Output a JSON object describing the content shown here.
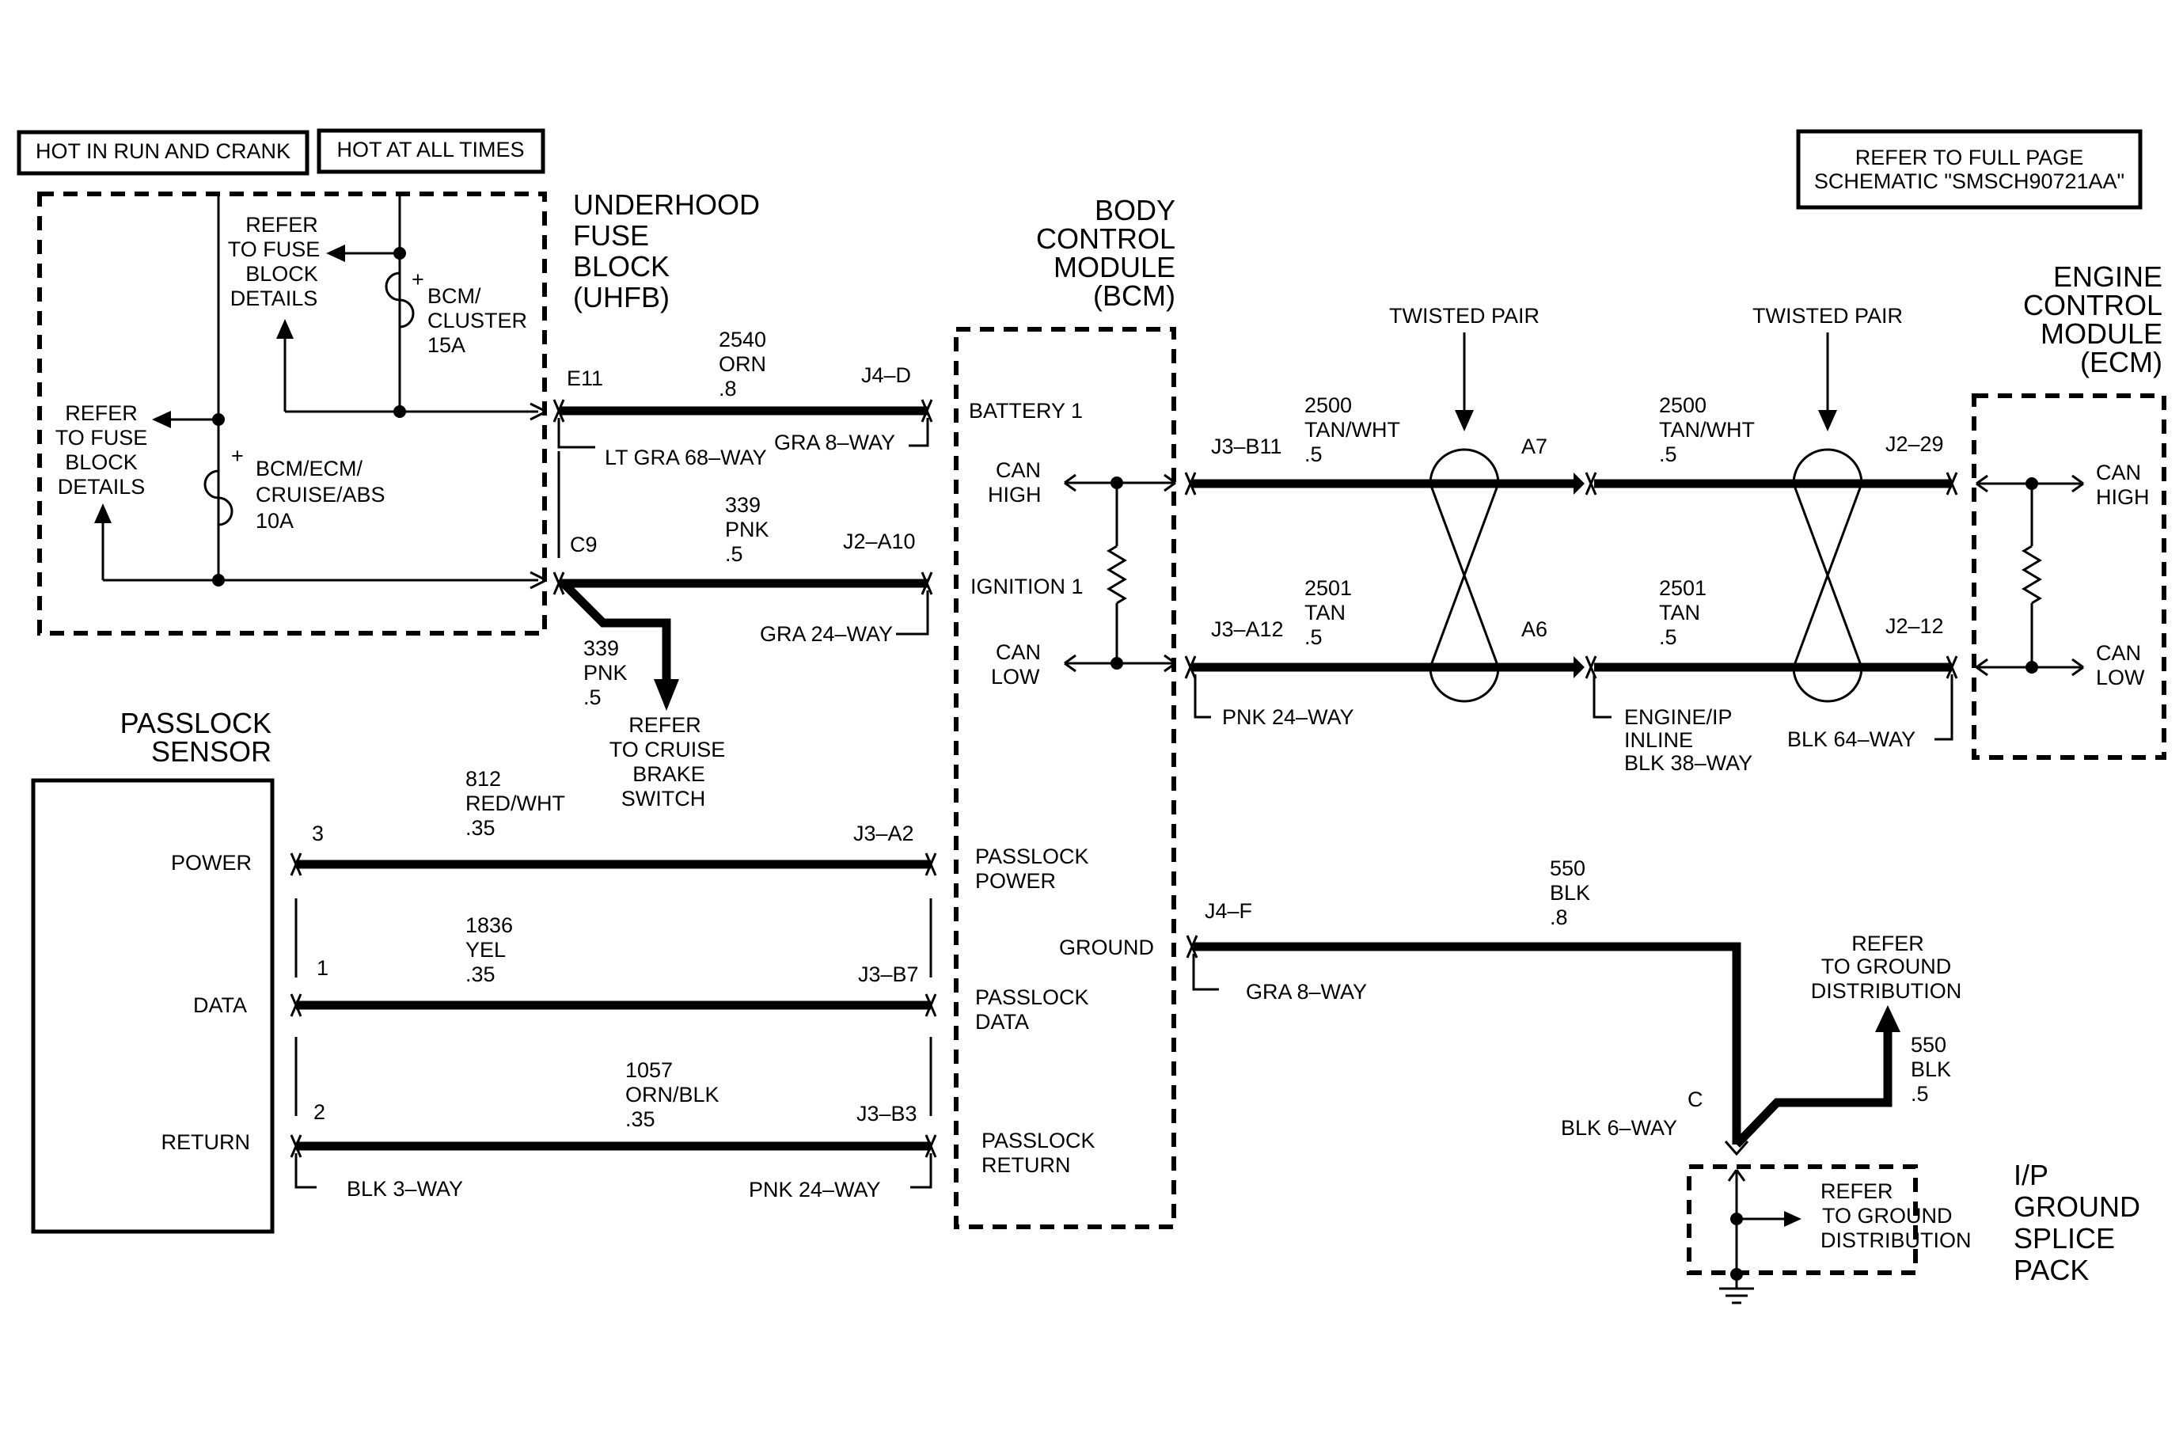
{
  "header_boxes": {
    "hot_run_crank": "HOT IN RUN AND CRANK",
    "hot_all_times": "HOT AT ALL TIMES",
    "refer_full_page": [
      "REFER TO FULL PAGE",
      "SCHEMATIC \"SMSCH90721AA\""
    ]
  },
  "uhfb": {
    "title": [
      "UNDERHOOD",
      "FUSE",
      "BLOCK",
      "(UHFB)"
    ],
    "refer_upper": [
      "REFER",
      "TO FUSE",
      "BLOCK",
      "DETAILS"
    ],
    "refer_left": [
      "REFER",
      "TO FUSE",
      "BLOCK",
      "DETAILS"
    ],
    "fuse1": [
      "BCM/",
      "CLUSTER",
      "15A"
    ],
    "fuse2": [
      "BCM/ECM/",
      "CRUISE/ABS",
      "10A"
    ],
    "plus": "+"
  },
  "bcm": {
    "title": [
      "BODY",
      "CONTROL",
      "MODULE",
      "(BCM)"
    ],
    "pins": {
      "battery1": "BATTERY 1",
      "can_high": [
        "CAN",
        "HIGH"
      ],
      "ignition1": "IGNITION 1",
      "can_low": [
        "CAN",
        "LOW"
      ],
      "passlock_power": [
        "PASSLOCK",
        "POWER"
      ],
      "ground": "GROUND",
      "passlock_data": [
        "PASSLOCK",
        "DATA"
      ],
      "passlock_return": [
        "PASSLOCK",
        "RETURN"
      ]
    }
  },
  "ecm": {
    "title": [
      "ENGINE",
      "CONTROL",
      "MODULE",
      "(ECM)"
    ],
    "can_high": [
      "CAN",
      "HIGH"
    ],
    "can_low": [
      "CAN",
      "LOW"
    ]
  },
  "passlock": {
    "title": [
      "PASSLOCK",
      "SENSOR"
    ],
    "power": "POWER",
    "data": "DATA",
    "return": "RETURN"
  },
  "wires": {
    "w2540": {
      "from_pin": "E11",
      "to_pin": "J4–D",
      "label": [
        "2540",
        "ORN",
        ".8"
      ]
    },
    "w339": {
      "from_pin": "C9",
      "to_pin": "J2–A10",
      "label": [
        "339",
        "PNK",
        ".5"
      ]
    },
    "w339_branch": {
      "label": [
        "339",
        "PNK",
        ".5"
      ],
      "refer": [
        "REFER",
        "TO CRUISE",
        "BRAKE",
        "SWITCH"
      ]
    },
    "w812": {
      "from_pin": "3",
      "to_pin": "J3–A2",
      "label": [
        "812",
        "RED/WHT",
        ".35"
      ]
    },
    "w1836": {
      "from_pin": "1",
      "to_pin": "J3–B7",
      "label": [
        "1836",
        "YEL",
        ".35"
      ]
    },
    "w1057": {
      "from_pin": "2",
      "to_pin": "J3–B3",
      "label": [
        "1057",
        "ORN/BLK",
        ".35"
      ]
    },
    "w2500a": {
      "from_pin": "J3–B11",
      "to_pin": "A7",
      "label": [
        "2500",
        "TAN/WHT",
        ".5"
      ]
    },
    "w2501a": {
      "from_pin": "J3–A12",
      "to_pin": "A6",
      "label": [
        "2501",
        "TAN",
        ".5"
      ]
    },
    "w2500b": {
      "to_pin": "J2–29",
      "label": [
        "2500",
        "TAN/WHT",
        ".5"
      ]
    },
    "w2501b": {
      "to_pin": "J2–12",
      "label": [
        "2501",
        "TAN",
        ".5"
      ]
    },
    "w550a": {
      "from_pin": "J4–F",
      "label": [
        "550",
        "BLK",
        ".8"
      ]
    },
    "w550b": {
      "label": [
        "550",
        "BLK",
        ".5"
      ]
    }
  },
  "connectors": {
    "lt_gra_68": "LT GRA 68–WAY",
    "gra_8_top": "GRA 8–WAY",
    "gra_24": "GRA 24–WAY",
    "pnk_24_can": "PNK 24–WAY",
    "engine_ip_inline": [
      "ENGINE/IP",
      "INLINE",
      "BLK 38–WAY"
    ],
    "blk_64": "BLK 64–WAY",
    "gra_8_ground": "GRA 8–WAY",
    "blk_3": "BLK 3–WAY",
    "pnk_24_passlock": "PNK 24–WAY",
    "blk_6": "BLK 6–WAY",
    "pin_c": "C"
  },
  "twisted_pair": [
    "TWISTED PAIR",
    "TWISTED PAIR"
  ],
  "ground_refs": {
    "upper": [
      "REFER",
      "TO GROUND",
      "DISTRIBUTION"
    ],
    "inner": [
      "REFER",
      "TO GROUND",
      "DISTRIBUTION"
    ]
  },
  "ip_ground_splice": [
    "I/P",
    "GROUND",
    "SPLICE",
    "PACK"
  ]
}
